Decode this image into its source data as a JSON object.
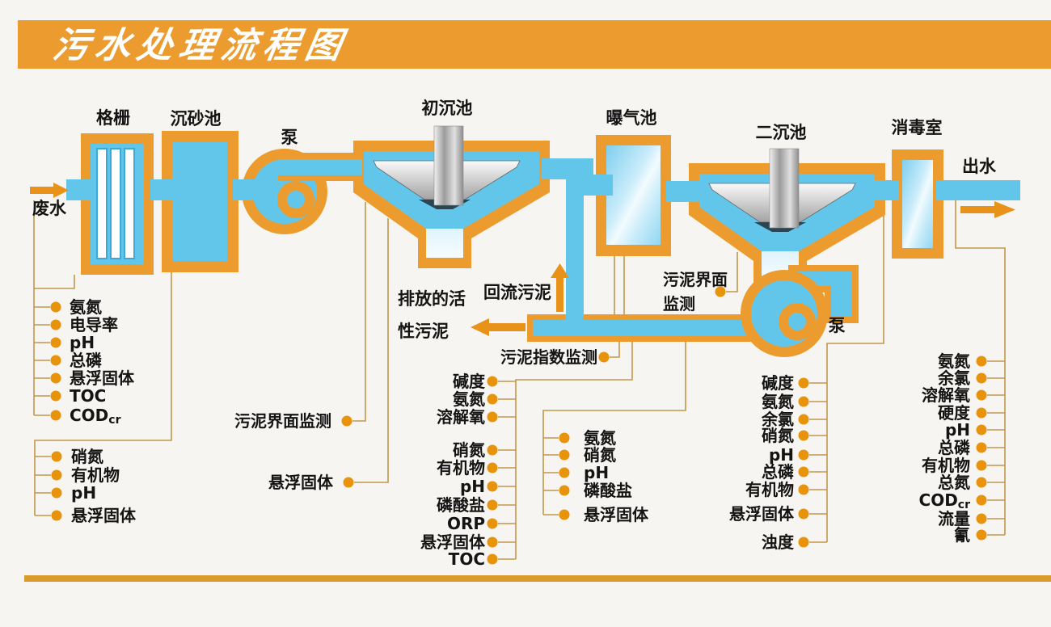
{
  "title": "污水处理流程图",
  "flow_labels": {
    "influent": "废水",
    "effluent": "出水",
    "bar_screen": "格栅",
    "grit_chamber": "沉砂池",
    "pump_1": "泵",
    "primary_clarifier": "初沉池",
    "aeration_tank": "曝气池",
    "secondary_clarifier": "二沉池",
    "disinfection_room": "消毒室",
    "pump_2": "泵",
    "return_sludge": "回流污泥",
    "waste_sludge_line1": "排放的活",
    "waste_sludge_line2": "性污泥"
  },
  "monitor_labels": {
    "sludge_index": "污泥指数监测",
    "sludge_interface_primary": "污泥界面监测",
    "suspended_solids_primary": "悬浮固体",
    "sludge_interface_secondary_line1": "污泥界面",
    "sludge_interface_secondary_line2": "监测"
  },
  "monitor_columns": {
    "influent": {
      "items": [
        "氨氮",
        "电导率",
        "pH",
        "总磷",
        "悬浮固体",
        "TOC",
        "CODcr"
      ]
    },
    "grit_chamber": {
      "items": [
        "硝氮",
        "有机物",
        "pH",
        "悬浮固体"
      ]
    },
    "return_sludge": {
      "items": [
        "碱度",
        "氨氮",
        "溶解氧",
        "硝氮",
        "有机物",
        "pH",
        "磷酸盐",
        "ORP",
        "悬浮固体",
        "TOC"
      ]
    },
    "aeration": {
      "items": [
        "氨氮",
        "硝氮",
        "pH",
        "磷酸盐",
        "悬浮固体"
      ]
    },
    "secondary_effluent": {
      "items": [
        "碱度",
        "氨氮",
        "余氯",
        "硝氮",
        "pH",
        "总磷",
        "有机物",
        "悬浮固体",
        "浊度"
      ]
    },
    "final_effluent": {
      "items": [
        "氨氮",
        "余氯",
        "溶解氧",
        "硬度",
        "pH",
        "总磷",
        "有机物",
        "总氮",
        "CODcr",
        "流量",
        "氰"
      ]
    }
  },
  "cod_label": {
    "base": "COD",
    "sub": "cr"
  },
  "colors": {
    "banner_orange": "#ec9c2e",
    "bottom_bar_orange": "#db9a2e",
    "dot_orange": "#e8930c",
    "arrow_orange": "#e8921a",
    "water_blue": "#62c6eb",
    "connector_tan": "#c2984c",
    "text_black": "#141414",
    "banner_text": "#ffffff"
  }
}
